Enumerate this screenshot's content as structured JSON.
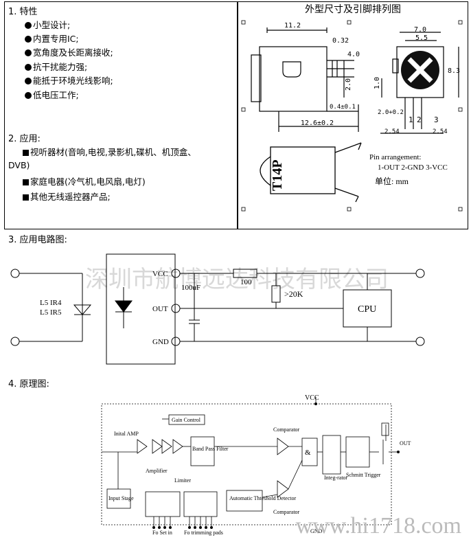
{
  "features": {
    "heading": "1. 特性",
    "items": [
      "小型设计;",
      "内置专用IC;",
      "宽角度及长距离接收;",
      "抗干扰能力强;",
      "能抵于环境光线影响;",
      "低电压工作;"
    ]
  },
  "applications": {
    "heading": "2. 应用:",
    "item1_line1": "视听器材(音响,电视,录影机,碟机、机顶盒、",
    "item1_line2": "DVB)",
    "item2": "家庭电器(冷气机,电风扇,电灯)",
    "item3": "其他无线遥控器产品;"
  },
  "dimensions": {
    "title": "外型尺寸及引脚排列图",
    "d_11_2": "11.2",
    "d_0_32": "0.32",
    "d_4_0": "4.0",
    "d_2_0": "2.0",
    "d_0_4": "0.4±0.1",
    "d_12_6": "12.6±0.2",
    "d_7_0": "7.0",
    "d_5_5": "5.5",
    "d_8_3": "8.3",
    "d_1_0": "1.0",
    "d_2_0b": "2.0+0.2",
    "pin1": "1",
    "pin2": "2",
    "pin3": "3",
    "d_2_54a": "2.54",
    "d_2_54b": "2.54",
    "part_marking": "T14P",
    "pin_arrangement_label": "Pin arrangement:",
    "pin_arrangement_value": "1-OUT  2-GND  3-VCC",
    "unit": "单位:  mm"
  },
  "circuit": {
    "heading": "3. 应用电路图:",
    "watermark": "深圳市航博远达科技有限公司",
    "vcc": "VCC",
    "out": "OUT",
    "gnd": "GND",
    "cap": "100uF",
    "res1": "100",
    "res2": ">20K",
    "cpu": "CPU",
    "led1": "L5  IR4",
    "led2": "L5  IR5"
  },
  "principle": {
    "heading": "4. 原理图:",
    "vcc": "VCC",
    "gain_control": "Gain Control",
    "initial_amp": "Inital AMP",
    "amplifier": "Amplifier",
    "band_pass": "Band Pass Filter",
    "limiter": "Limiter",
    "comparator_top": "Comparator",
    "comparator_bottom": "Comparator",
    "and_gate": "&",
    "integrator": "Integ-rator",
    "schmitt": "Schmitt Trigger",
    "out": "OUT",
    "input_stage": "Input Stage",
    "agc": "Automatic Thteshold Detector",
    "fo_set": "Fo Set in",
    "fo_trim": "Fo trimming pads",
    "gnd": "GND",
    "site_watermark": "www.hi1718.com"
  }
}
